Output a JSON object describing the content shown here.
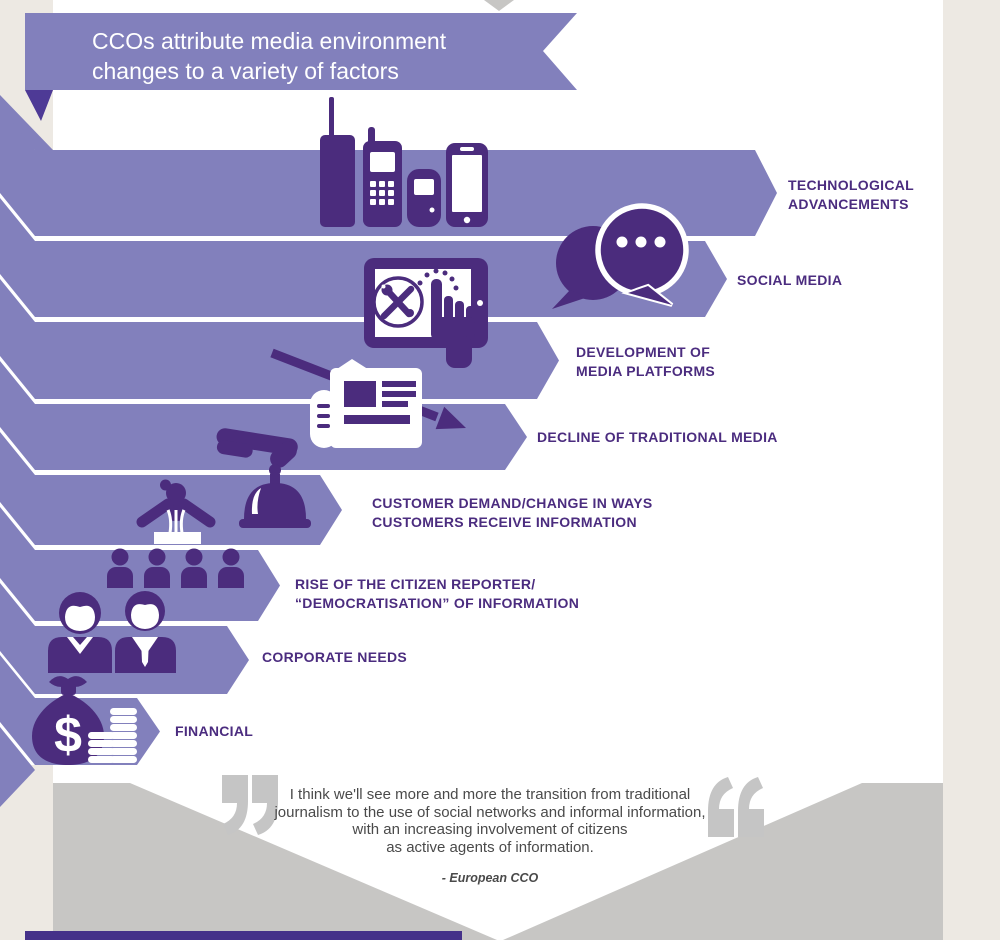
{
  "banner": {
    "title": "CCOs attribute media environment\nchanges to a variety of factors"
  },
  "factors": [
    {
      "label": "TECHNOLOGICAL\nADVANCEMENTS",
      "icon": "mobile-phones-icon"
    },
    {
      "label": "SOCIAL MEDIA",
      "icon": "chat-bubbles-icon"
    },
    {
      "label": "DEVELOPMENT OF\nMEDIA PLATFORMS",
      "icon": "tablet-media-tools-icon"
    },
    {
      "label": "DECLINE OF TRADITIONAL MEDIA",
      "icon": "newspaper-decline-icon"
    },
    {
      "label": "CUSTOMER DEMAND/CHANGE IN WAYS\nCUSTOMERS RECEIVE INFORMATION",
      "icon": "hand-service-bell-icon"
    },
    {
      "label": "RISE OF THE CITIZEN REPORTER/\n“DEMOCRATISATION” OF INFORMATION",
      "icon": "presenter-audience-icon"
    },
    {
      "label": "CORPORATE NEEDS",
      "icon": "business-people-icon"
    },
    {
      "label": "FINANCIAL",
      "icon": "money-bag-icon",
      "icon_glyph": "$"
    }
  ],
  "quote": {
    "text": "I think we'll see more and more the transition from traditional\njournalism to the use of social networks and informal information,\nwith an increasing involvement of citizens\nas active agents of information.",
    "attribution": "- European CCO"
  },
  "chart_data": {
    "type": "bar",
    "orientation": "horizontal",
    "title": "CCOs attribute media environment changes to a variety of factors",
    "categories": [
      "Technological advancements",
      "Social media",
      "Development of media platforms",
      "Decline of traditional media",
      "Customer demand/change in ways customers receive information",
      "Rise of the citizen reporter/\"democratisation\" of information",
      "Corporate needs",
      "Financial"
    ],
    "values": [
      100,
      94,
      72,
      68,
      44,
      36,
      32,
      21
    ],
    "value_unit": "relative bar length, % of longest (no numeric axis shown)",
    "xlabel": "",
    "ylabel": "",
    "legend": false,
    "grid": false
  },
  "colors": {
    "bar_purple": "#8280BC",
    "icon_dark_purple": "#4B2C7D",
    "label_purple": "#4B2C7F",
    "fold_purple": "#4E3A96",
    "bottom_bar_purple": "#453189",
    "background_beige": "#EDE9E3",
    "gray_triangle": "#C7C6C4",
    "quote_text_gray": "#4A4A4A",
    "quote_mark_gray": "#C5C5C5"
  }
}
